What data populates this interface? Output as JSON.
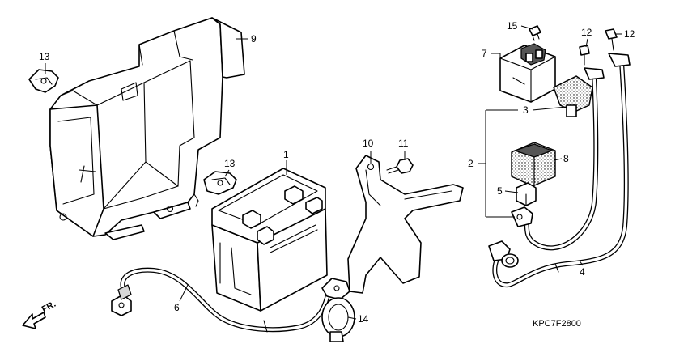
{
  "callouts": {
    "c1": "1",
    "c2": "2",
    "c3": "3",
    "c4": "4",
    "c5": "5",
    "c6": "6",
    "c7": "7",
    "c8": "8",
    "c9": "9",
    "c10": "10",
    "c11": "11",
    "c12a": "12",
    "c12b": "12",
    "c13a": "13",
    "c13b": "13",
    "c14": "14",
    "c15": "15"
  },
  "direction_label": "FR.",
  "diagram_code": "KPC7F2800"
}
